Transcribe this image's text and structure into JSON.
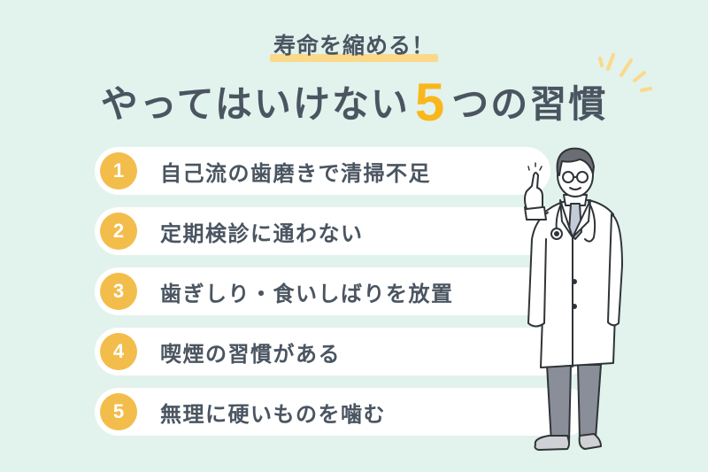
{
  "header": {
    "subtitle": "寿命を縮める！",
    "headline_before": "やってはいけない",
    "headline_number": "5",
    "headline_after": "つの習慣"
  },
  "habits": [
    {
      "number": "1",
      "label": "自己流の歯磨きで清掃不足"
    },
    {
      "number": "2",
      "label": "定期検診に通わない"
    },
    {
      "number": "3",
      "label": "歯ぎしり・食いしばりを放置"
    },
    {
      "number": "4",
      "label": "喫煙の習慣がある"
    },
    {
      "number": "5",
      "label": "無理に硬いものを噛む"
    }
  ],
  "illustration": {
    "subject": "doctor-pointing-up",
    "icon": "doctor-illustration"
  },
  "colors": {
    "background": "#e2f2ec",
    "text": "#4a5561",
    "accent_number": "#f9b71c",
    "badge": "#f3bd4b",
    "underline": "#fbd98a",
    "pill": "#ffffff"
  }
}
